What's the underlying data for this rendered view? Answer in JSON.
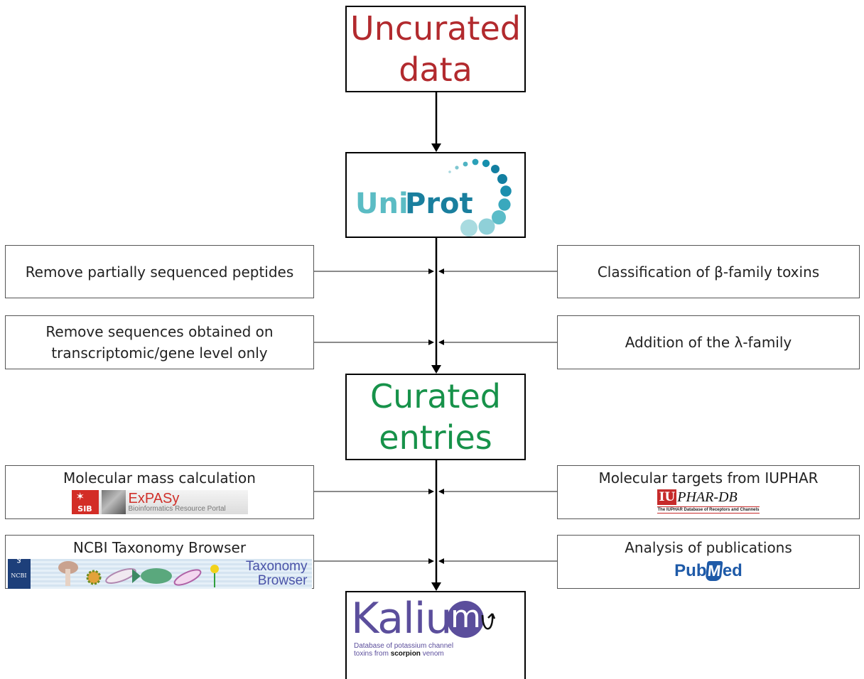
{
  "top_box": {
    "line1": "Uncurated",
    "line2": "data",
    "color": "#b22a2e"
  },
  "uniprot": {
    "uni": "Uni",
    "prot": "Prot",
    "uni_color": "#5bbcc4",
    "prot_color": "#1a7f9e"
  },
  "steps_round1": {
    "left": [
      {
        "text": "Remove partially sequenced peptides"
      },
      {
        "line1": "Remove sequences obtained on",
        "line2": "transcriptomic/gene level only"
      }
    ],
    "right": [
      {
        "text": "Classification of β-family toxins"
      },
      {
        "text": "Addition of the λ-family"
      }
    ]
  },
  "middle_box": {
    "line1": "Curated",
    "line2": "entries",
    "color": "#17924a"
  },
  "steps_round2": {
    "left": [
      {
        "title": "Molecular mass calculation",
        "logo": {
          "sib": "SIB",
          "name": "ExPASy",
          "subtitle": "Bioinformatics Resource Portal"
        }
      },
      {
        "title": "NCBI Taxonomy Browser",
        "logo": {
          "ncbi": "NCBI",
          "line1": "Taxonomy",
          "line2": "Browser"
        }
      }
    ],
    "right": [
      {
        "title": "Molecular targets from IUPHAR",
        "logo": {
          "iu": "IU",
          "name": "PHAR-DB",
          "subtitle": "The IUPHAR Database of Receptors and Channels"
        }
      },
      {
        "title": "Analysis of publications",
        "logo": {
          "pub": "Pub",
          "m": "M",
          "ed": "ed"
        }
      }
    ]
  },
  "kalium": {
    "name": "Kaliu",
    "m": "m",
    "tag1": "Database of potassium channel",
    "tag2a": "toxins from ",
    "tag2b": "scorpion",
    "tag2c": " venom",
    "color": "#5b4e9c"
  }
}
